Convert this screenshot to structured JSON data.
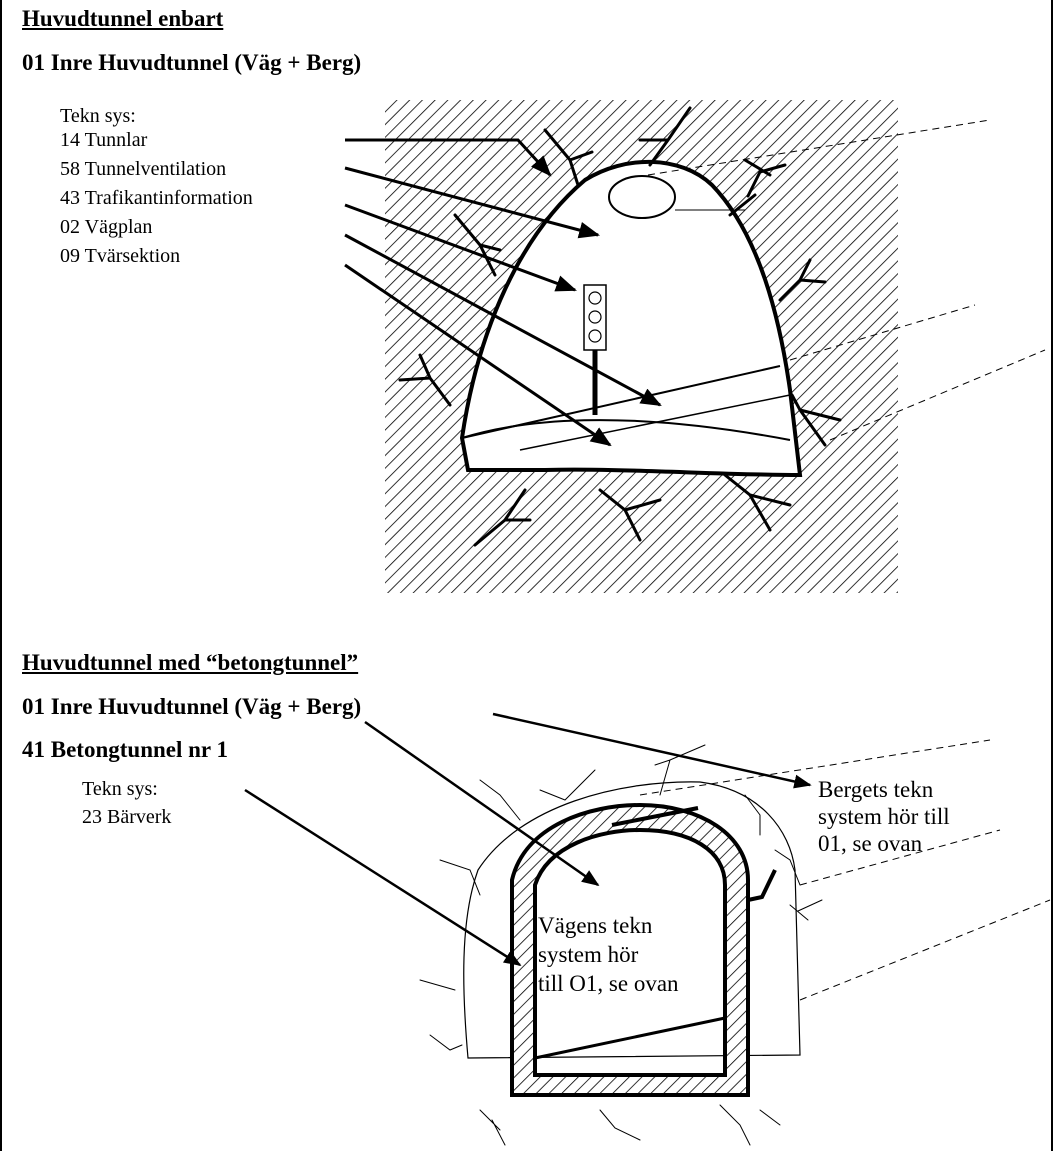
{
  "section1": {
    "heading": "Huvudtunnel enbart",
    "object": "01 Inre Huvudtunnel (Väg + Berg)",
    "systems_title": "Tekn sys:",
    "systems": [
      "14 Tunnlar",
      "58 Tunnelventilation",
      "43 Trafikantinformation",
      "02 Vägplan",
      "09 Tvärsektion"
    ]
  },
  "section2": {
    "heading": "Huvudtunnel med “betongtunnel”",
    "object1": "01 Inre Huvudtunnel (Väg + Berg)",
    "object2": "41 Betongtunnel nr 1",
    "systems_title": "Tekn sys:",
    "systems": [
      "23 Bärverk"
    ],
    "rock_note": [
      "Bergets tekn",
      "system hör till",
      "01, se ovan"
    ],
    "road_note": [
      "Vägens tekn",
      "system hör",
      "till O1, se ovan"
    ]
  },
  "colors": {
    "line": "#000000",
    "background": "#ffffff"
  }
}
